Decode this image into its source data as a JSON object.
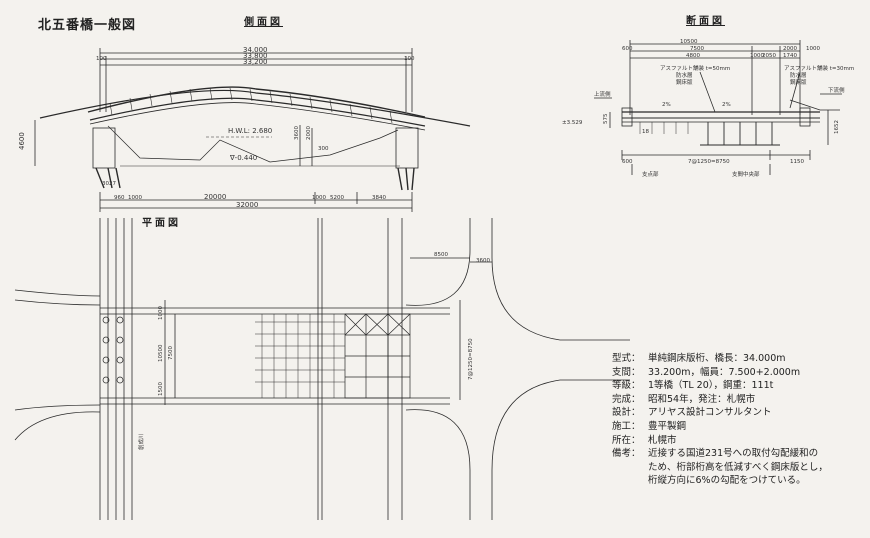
{
  "title": "北五番橋一般図",
  "views": {
    "side": "側面図",
    "plan": "平面図",
    "section": "断面図"
  },
  "side_dims": {
    "d34000": "34,000",
    "d33800": "33,800",
    "d33200": "33,200",
    "d100a": "100",
    "d100b": "100",
    "hwl": "H.W.L: 2.680",
    "lev": "∇-0.440",
    "h4600": "4600",
    "h3600": "3600",
    "h2000": "2000",
    "s300": "300",
    "d3027": "3027",
    "d960": "960",
    "d1000": "1000",
    "d20000": "20000",
    "d32000": "32000",
    "d5200": "5200",
    "d3840": "3840",
    "d1000b": "1000"
  },
  "plan_dims": {
    "d8500": "8500",
    "d3600": "3600",
    "d7500": "7500",
    "d10500": "10500",
    "d1500": "1500",
    "d1000": "1000",
    "dspan": "7@1250=8750",
    "river": "創成川"
  },
  "section_dims": {
    "w10500": "10500",
    "w7500": "7500",
    "w1000a": "1000",
    "w1000b": "1000",
    "w2000": "2000",
    "w600": "600",
    "w4800": "4800",
    "w2050": "2050",
    "w1740": "1740",
    "asphalt_l": "アスファルト舗装 t=50mm",
    "waterproof_l": "防水層",
    "slab_l": "鋼床版",
    "asphalt_r": "アスファルト舗装 t=30mm",
    "waterproof_r": "防水層",
    "slab_r": "鋼床版",
    "slope_l": "2%",
    "slope_r": "2%",
    "upstream": "上流側",
    "downstream": "下流側",
    "elev": "±3.529",
    "h575": "575",
    "h1652": "1652",
    "s600": "600",
    "s1150": "1150",
    "s1250": "7@1250=8750",
    "h18": "18",
    "lbl_tomae": "支点部",
    "lbl_center": "支間中央部"
  },
  "spec_rows": [
    {
      "key": "型式：",
      "value": "単純鋼床版桁、橋長：34.000m"
    },
    {
      "key": "支間：",
      "value": "33.200m，幅員：7.500+2.000m"
    },
    {
      "key": "等級：",
      "value": "1等橋（TL 20），鋼重：111t"
    },
    {
      "key": "完成：",
      "value": "昭和54年，発注：札幌市"
    },
    {
      "key": "設計：",
      "value": "アリヤス設計コンサルタント"
    },
    {
      "key": "施工：",
      "value": "豊平製鋼"
    },
    {
      "key": "所在：",
      "value": "札幌市"
    },
    {
      "key": "備考：",
      "value": "近接する国道231号への取付勾配緩和の"
    }
  ],
  "spec_notes": [
    "ため、桁部桁高を低減すべく鋼床版とし，",
    "桁縦方向に6%の勾配をつけている。"
  ]
}
